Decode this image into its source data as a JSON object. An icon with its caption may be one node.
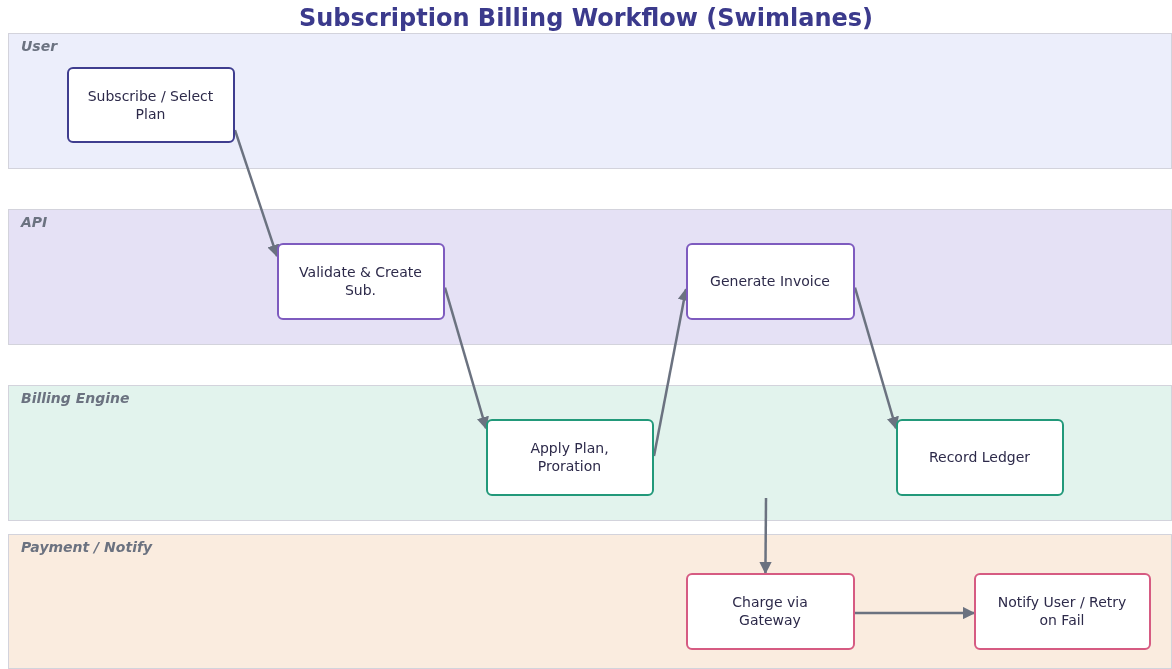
{
  "diagram": {
    "title": "Subscription Billing Workflow (Swimlanes)",
    "nodes": [
      {
        "text": [
          "User"
        ]
      },
      {
        "text": [
          "Subscribe / Select Plan"
        ],
        "in": 0
      },
      {
        "text": [
          "API"
        ]
      },
      {
        "text": [
          "Validate & Create Sub."
        ],
        "in": 2
      },
      {
        "text": [
          "Generate Invoice"
        ],
        "in": 2
      },
      {
        "text": [
          "Billing Engine"
        ]
      },
      {
        "text": [
          "Apply Plan, Proration"
        ],
        "in": 5
      },
      {
        "text": [
          "Record Ledger"
        ],
        "in": 5
      },
      {
        "text": [
          "Payment / Notify"
        ]
      },
      {
        "text": [
          "Charge via Gateway"
        ],
        "in": 8
      },
      {
        "text": [
          "Notify User / Retry on Fail"
        ],
        "in": 8
      }
    ],
    "edges": [
      {
        "from": 1,
        "to": 3,
        "arrow": "to"
      },
      {
        "from": 3,
        "to": 6,
        "arrow": "to"
      },
      {
        "from": 6,
        "to": 4,
        "arrow": "to"
      },
      {
        "from": 4,
        "to": 7,
        "arrow": "to"
      },
      {
        "from": null,
        "to": 9,
        "arrow": "to"
      },
      {
        "from": 9,
        "to": 10,
        "arrow": "to"
      }
    ]
  }
}
